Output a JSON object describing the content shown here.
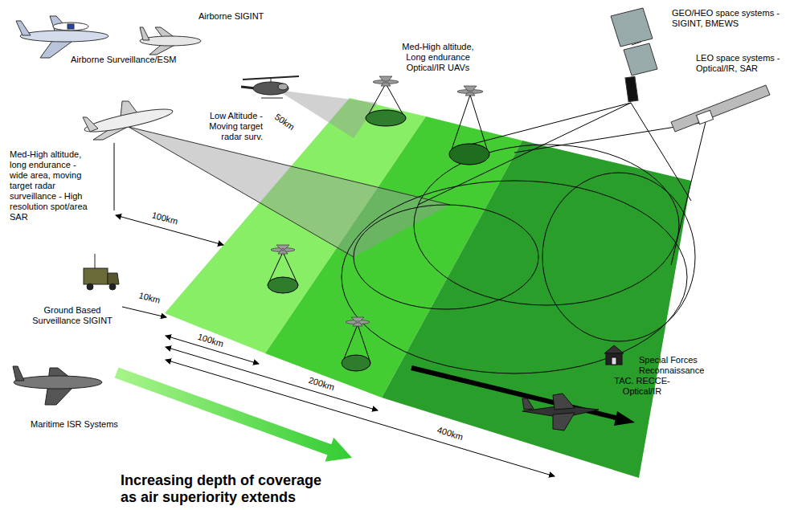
{
  "diagram": {
    "caption": "Increasing depth of coverage as air superiority extends",
    "labels": [
      "Airborne SIGINT",
      "Airborne Surveillance/ESM",
      "Med-High altitude, Long endurance Optical/IR UAVs",
      "GEO/HEO space systems - SIGINT, BMEWS",
      "LEO space systems - Optical/IR, SAR",
      "Low Altitude - Moving target radar surv.",
      "50km",
      "Med-High altitude, long endurance - wide area, moving target radar surveillance - High resolution spot/area SAR",
      "100km",
      "10km",
      "Ground Based Surveillance SIGINT",
      "100km",
      "200km",
      "400km",
      "Maritime ISR Systems",
      "Special Forces Reconnaissance",
      "TAC. RECCE- Optical/IR"
    ]
  }
}
